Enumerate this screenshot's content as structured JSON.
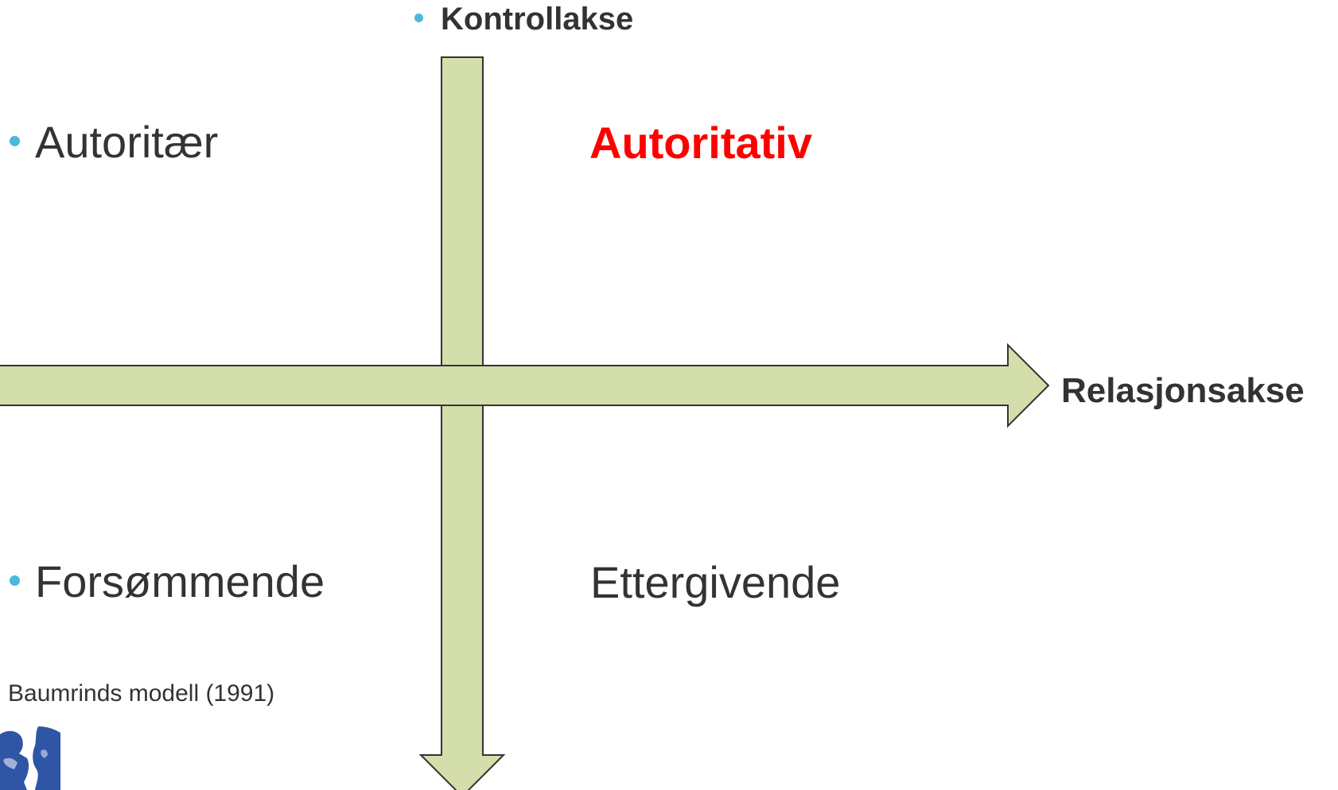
{
  "diagram": {
    "axes": {
      "vertical_label": "Kontrollakse",
      "horizontal_label": "Relasjonsakse"
    },
    "quadrants": {
      "top_left": "Autoritær",
      "top_right": "Autoritativ",
      "bottom_left": "Forsømmende",
      "bottom_right": "Ettergivende"
    },
    "caption": "Baumrinds modell (1991)"
  },
  "colors": {
    "arrow_fill": "#d3deab",
    "arrow_stroke": "#333333",
    "text": "#333333",
    "highlight": "#ff0000",
    "bullet": "#4bb8dc",
    "logo": "#2f55a5"
  },
  "icons": {
    "logo": "children-photo-logo"
  }
}
